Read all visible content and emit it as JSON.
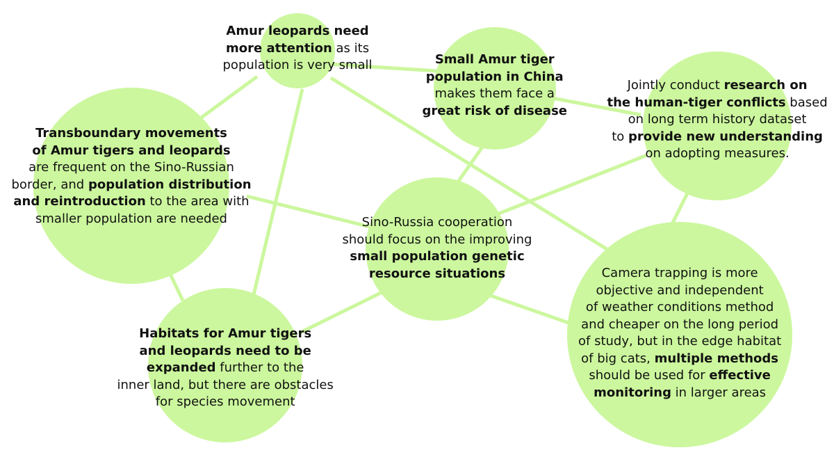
{
  "colors": {
    "node_fill": "#ccf79e",
    "edge": "#ccf79e",
    "text": "#111111"
  },
  "nodes": [
    {
      "id": "leopards",
      "lines": [
        [
          {
            "text": "Amur leopards need",
            "bold": true
          }
        ],
        [
          {
            "text": "more attention",
            "bold": true
          },
          {
            "text": " as its",
            "bold": false
          }
        ],
        [
          {
            "text": "population is very small",
            "bold": false
          }
        ]
      ]
    },
    {
      "id": "china",
      "lines": [
        [
          {
            "text": "Small Amur tiger",
            "bold": true
          }
        ],
        [
          {
            "text": "population in China",
            "bold": true
          }
        ],
        [
          {
            "text": "makes them face a",
            "bold": false
          }
        ],
        [
          {
            "text": "great risk of disease",
            "bold": true
          }
        ]
      ]
    },
    {
      "id": "research",
      "lines": [
        [
          {
            "text": "Jointly conduct ",
            "bold": false
          },
          {
            "text": "research on",
            "bold": true
          }
        ],
        [
          {
            "text": "the human-tiger conflicts",
            "bold": true
          },
          {
            "text": " based",
            "bold": false
          }
        ],
        [
          {
            "text": "on long term history dataset",
            "bold": false
          }
        ],
        [
          {
            "text": "to ",
            "bold": false
          },
          {
            "text": "provide new understanding",
            "bold": true
          }
        ],
        [
          {
            "text": "on adopting measures.",
            "bold": false
          }
        ]
      ]
    },
    {
      "id": "transboundary",
      "lines": [
        [
          {
            "text": "Transboundary movements",
            "bold": true
          }
        ],
        [
          {
            "text": "of Amur tigers and leopards",
            "bold": true
          }
        ],
        [
          {
            "text": "are frequent on the  Sino-Russian",
            "bold": false
          }
        ],
        [
          {
            "text": "border, and ",
            "bold": false
          },
          {
            "text": "population distribution",
            "bold": true
          }
        ],
        [
          {
            "text": "and reintroduction",
            "bold": true
          },
          {
            "text": " to the  area with",
            "bold": false
          }
        ],
        [
          {
            "text": "smaller population are needed",
            "bold": false
          }
        ]
      ]
    },
    {
      "id": "cooperation",
      "lines": [
        [
          {
            "text": "Sino-Russia cooperation",
            "bold": false
          }
        ],
        [
          {
            "text": "should focus on the improving",
            "bold": false
          }
        ],
        [
          {
            "text": "small population genetic",
            "bold": true
          }
        ],
        [
          {
            "text": "resource situations",
            "bold": true
          }
        ]
      ]
    },
    {
      "id": "camera",
      "lines": [
        [
          {
            "text": "Camera trapping is more",
            "bold": false
          }
        ],
        [
          {
            "text": "objective and independent",
            "bold": false
          }
        ],
        [
          {
            "text": "of weather conditions method",
            "bold": false
          }
        ],
        [
          {
            "text": "and cheaper on the long period",
            "bold": false
          }
        ],
        [
          {
            "text": "of study, but in the edge habitat",
            "bold": false
          }
        ],
        [
          {
            "text": "of big cats, ",
            "bold": false
          },
          {
            "text": "multiple methods",
            "bold": true
          }
        ],
        [
          {
            "text": "should be used for ",
            "bold": false
          },
          {
            "text": "effective",
            "bold": true
          }
        ],
        [
          {
            "text": "monitoring",
            "bold": true
          },
          {
            "text": " in larger areas",
            "bold": false
          }
        ]
      ]
    },
    {
      "id": "habitats",
      "lines": [
        [
          {
            "text": "Habitats for Amur tigers",
            "bold": true
          }
        ],
        [
          {
            "text": "and leopards need to be",
            "bold": true
          }
        ],
        [
          {
            "text": "expanded",
            "bold": true
          },
          {
            "text": " further to the",
            "bold": false
          }
        ],
        [
          {
            "text": "inner land, but there are obstacles",
            "bold": false
          }
        ],
        [
          {
            "text": "for species movement",
            "bold": false
          }
        ]
      ]
    }
  ],
  "edges": [
    {
      "from": "leopards",
      "to": "china"
    },
    {
      "from": "leopards",
      "to": "transboundary"
    },
    {
      "from": "leopards",
      "to": "habitats"
    },
    {
      "from": "leopards",
      "to": "camera"
    },
    {
      "from": "china",
      "to": "research"
    },
    {
      "from": "china",
      "to": "cooperation"
    },
    {
      "from": "research",
      "to": "cooperation"
    },
    {
      "from": "research",
      "to": "camera"
    },
    {
      "from": "transboundary",
      "to": "cooperation"
    },
    {
      "from": "transboundary",
      "to": "habitats"
    },
    {
      "from": "cooperation",
      "to": "habitats"
    },
    {
      "from": "cooperation",
      "to": "camera"
    }
  ]
}
